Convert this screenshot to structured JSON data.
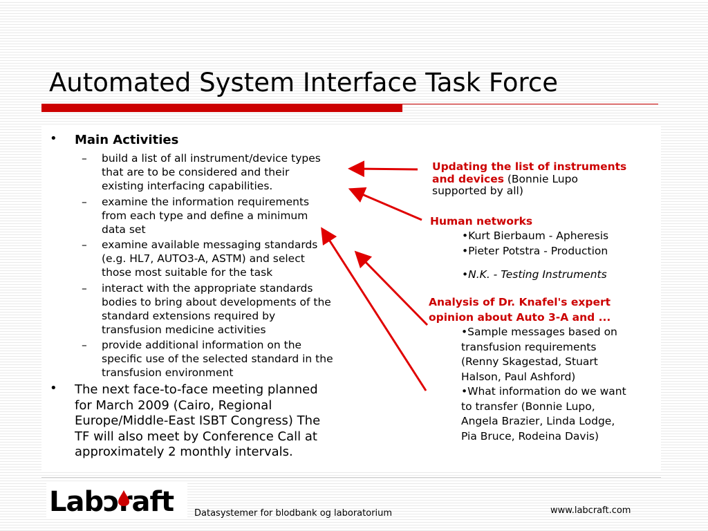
{
  "slide": {
    "title": "Automated System Interface Task Force"
  },
  "left": {
    "main_activities_label": "Main Activities",
    "activities": [
      [
        "build a list of all instrument/device types",
        "that are to be considered and their",
        "existing interfacing capabilities."
      ],
      [
        "examine the information requirements",
        "from each type and define a minimum",
        "data set"
      ],
      [
        "examine available messaging standards",
        "(e.g. HL7, AUTO3-A, ASTM) and select",
        "those most suitable for the task"
      ],
      [
        "interact with the appropriate standards",
        "bodies to bring about developments of the",
        "standard extensions required by",
        "transfusion medicine activities"
      ],
      [
        "provide additional information on the",
        "specific use of the selected standard in the",
        "transfusion environment"
      ]
    ],
    "meeting_lines": [
      "The next face-to-face meeting planned",
      "for March 2009 (Cairo, Regional",
      "Europe/Middle-East ISBT Congress) The",
      "TF will also meet by Conference Call at",
      "approximately 2 monthly intervals."
    ]
  },
  "right": {
    "update_line1": "Updating the list of instruments",
    "update_line2_red": "and devices",
    "update_line2_black": " (Bonnie Lupo",
    "update_line3": "supported by all)",
    "human_networks": "Human networks",
    "hn_1": "•Kurt Bierbaum  -  Apheresis",
    "hn_2": "•Pieter Potstra  -    Production",
    "hn_3": "•N.K. - Testing Instruments",
    "analysis_line1": "Analysis of Dr. Knafel's expert",
    "analysis_line2": "opinion about Auto 3-A and ...",
    "analysis_items": [
      "•Sample messages based on",
      "transfusion requirements",
      "(Renny Skagestad, Stuart",
      "Halson, Paul Ashford)",
      "•What information do we want",
      "to transfer (Bonnie Lupo,",
      "Angela Brazier, Linda Lodge,",
      "Pia Bruce, Rodeina Davis)"
    ]
  },
  "footer": {
    "logo_text": "Labɔraft",
    "tagline": "Datasystemer for blodbank og laboratorium",
    "url": "www.labcraft.com"
  },
  "colors": {
    "accent_red": "#cc0000"
  },
  "icons": [
    "bullet-dot",
    "dash",
    "arrow",
    "blood-drop-logo"
  ]
}
